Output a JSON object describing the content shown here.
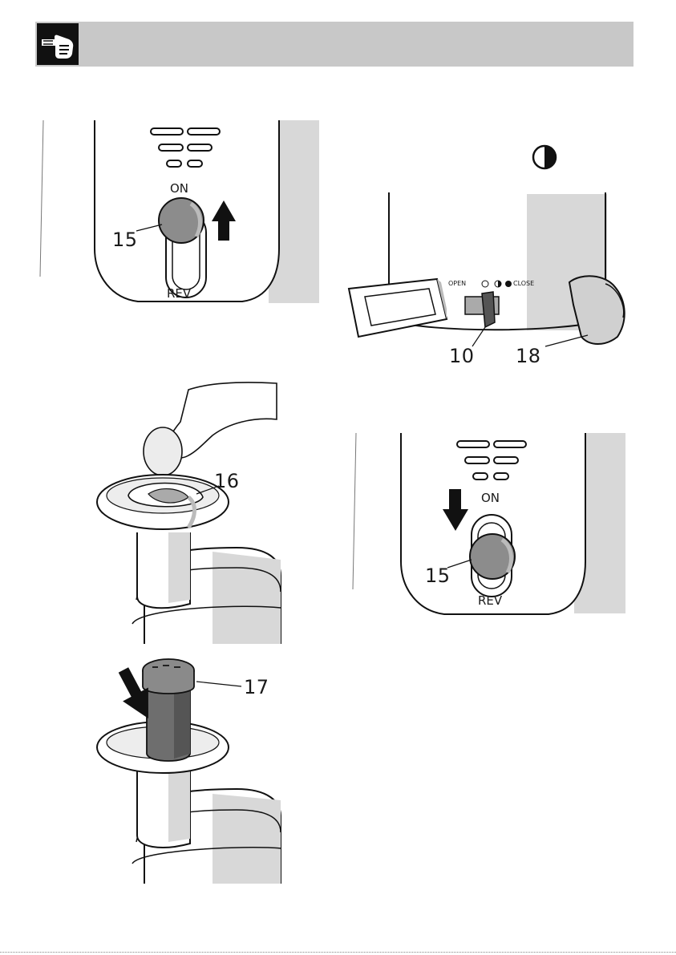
{
  "panel_a": {
    "on_label": "ON",
    "rev_label": "REV",
    "part_15": "15"
  },
  "panel_b": {
    "open_label": "OPEN",
    "close_label": "CLOSE",
    "part_10": "10",
    "part_18": "18"
  },
  "panel_c": {
    "part_16": "16"
  },
  "panel_d": {
    "on_label": "ON",
    "rev_label": "REV",
    "part_15": "15"
  },
  "panel_e": {
    "part_17": "17"
  },
  "icons": {
    "header": "pointing-hand-icon",
    "mode": "half-circle-icon",
    "arrow": "arrow-icon"
  }
}
